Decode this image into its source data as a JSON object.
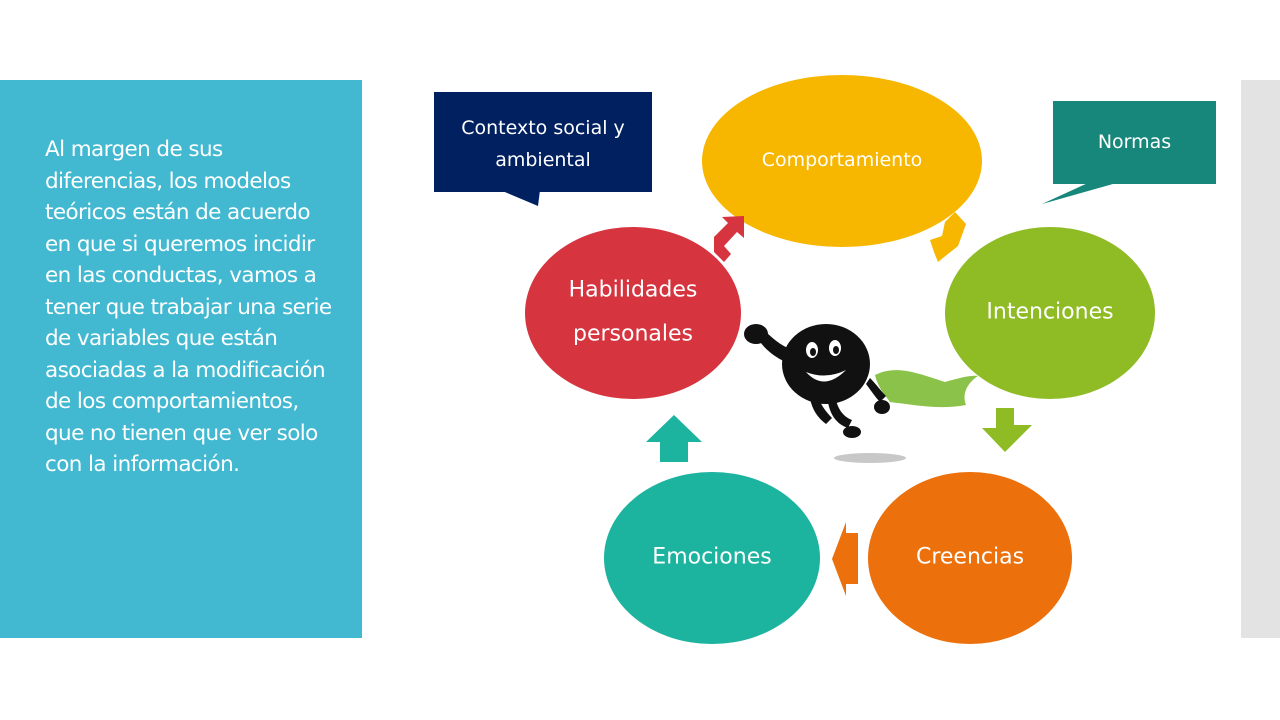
{
  "text_panel": {
    "body": "Al margen de sus diferencias, los modelos teóricos están de acuerdo en que si queremos incidir en las conductas, vamos a tener que trabajar una serie de variables que están asociadas a la modificación de los comportamientos, que no tienen que ver solo con la información."
  },
  "diagram": {
    "nodes": {
      "comportamiento": "Comportamiento",
      "intenciones": "Intenciones",
      "creencias": "Creencias",
      "emociones": "Emociones",
      "habilidades_line1": "Habilidades",
      "habilidades_line2": "personales"
    },
    "callouts": {
      "contexto": "Contexto social y ambiental",
      "normas": "Normas"
    },
    "colors": {
      "comportamiento": "#f7b600",
      "intenciones": "#8fbc25",
      "creencias": "#ec700b",
      "emociones": "#1cb39f",
      "habilidades": "#d63540",
      "contexto_callout": "#002060",
      "normas_callout": "#16877a",
      "left_panel": "#42b8d1"
    },
    "illustration": "running-character-icon"
  }
}
